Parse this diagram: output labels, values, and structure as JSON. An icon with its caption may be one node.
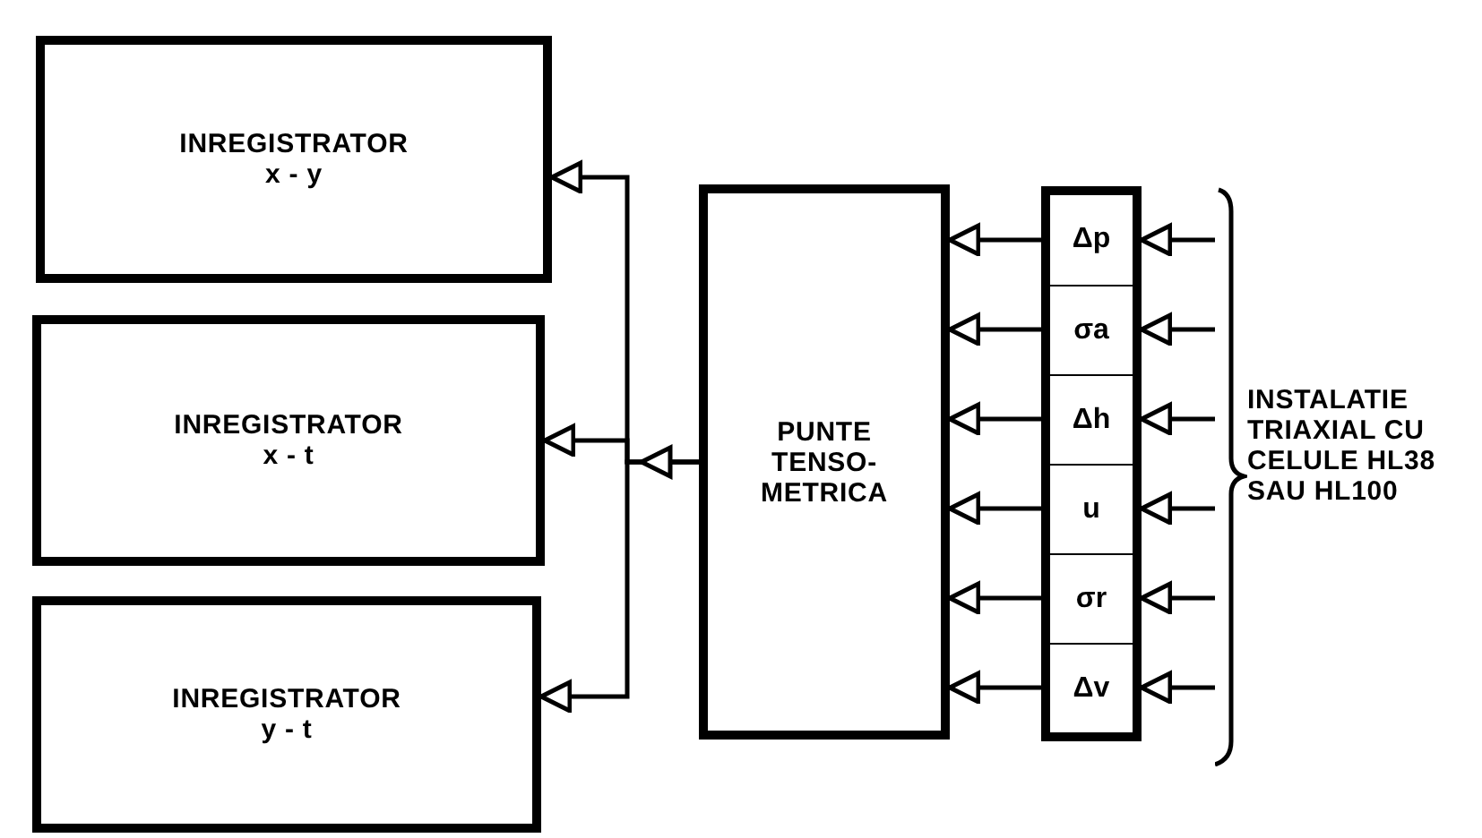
{
  "diagram": {
    "nodes": [
      {
        "text": [
          "INREGISTRATOR",
          "x - y"
        ]
      },
      {
        "text": [
          "INREGISTRATOR",
          "x - t"
        ]
      },
      {
        "text": [
          "INREGISTRATOR",
          "y - t"
        ]
      },
      {
        "text": [
          "PUNTE TENSO- METRICA"
        ]
      },
      {
        "text": [],
        "shape": "box"
      },
      {
        "text": [
          "Δp"
        ],
        "in": 4
      },
      {
        "text": [
          "σa"
        ],
        "in": 4
      },
      {
        "text": [
          "Δh"
        ],
        "in": 4
      },
      {
        "text": [
          "u"
        ],
        "in": 4
      },
      {
        "text": [
          "σr"
        ],
        "in": 4
      },
      {
        "text": [
          "Δv"
        ],
        "in": 4
      },
      {
        "text": [
          "INSTALATIE TRIAXIAL CU CELULE HL38 SAU HL100"
        ]
      }
    ],
    "edges": [
      {
        "from": 3,
        "to": 0,
        "arrow": "to"
      },
      {
        "from": 3,
        "to": 1,
        "arrow": "to"
      },
      {
        "from": 3,
        "to": 2,
        "arrow": "to"
      },
      {
        "from": 5,
        "to": 3,
        "arrow": "to"
      },
      {
        "from": 6,
        "to": 3,
        "arrow": "to"
      },
      {
        "from": 7,
        "to": 3,
        "arrow": "to"
      },
      {
        "from": 8,
        "to": 3,
        "arrow": "to"
      },
      {
        "from": 9,
        "to": 3,
        "arrow": "to"
      },
      {
        "from": 10,
        "to": 3,
        "arrow": "to"
      },
      {
        "from": 11,
        "to": 5,
        "arrow": "to"
      },
      {
        "from": 11,
        "to": 6,
        "arrow": "to"
      },
      {
        "from": 11,
        "to": 7,
        "arrow": "to"
      },
      {
        "from": 11,
        "to": 8,
        "arrow": "to"
      },
      {
        "from": 11,
        "to": 9,
        "arrow": "to"
      },
      {
        "from": 11,
        "to": 10,
        "arrow": "to"
      }
    ]
  }
}
